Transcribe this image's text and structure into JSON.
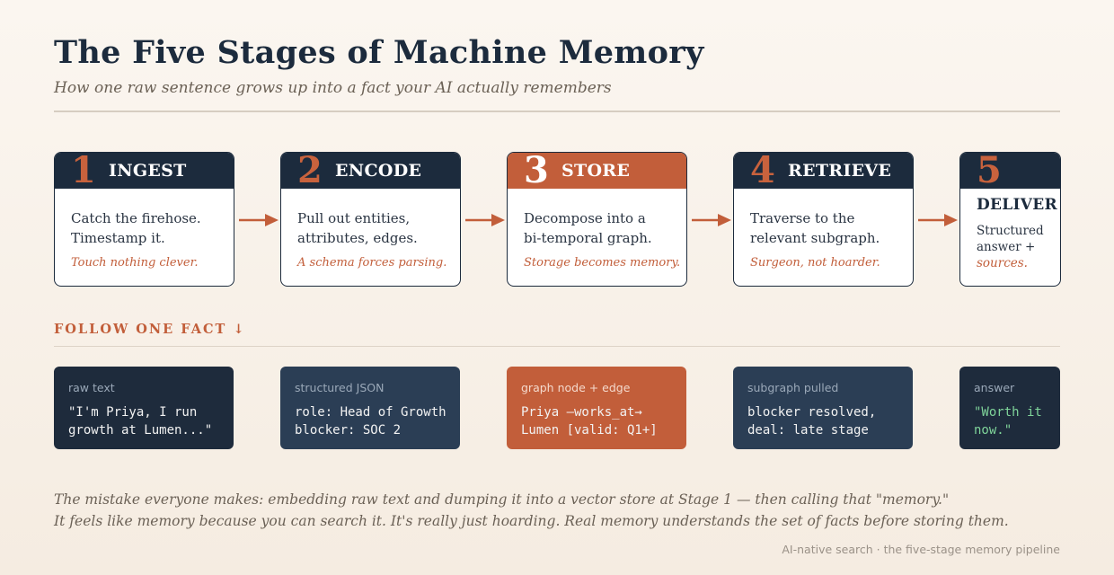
{
  "header": {
    "title": "The Five Stages of Machine Memory",
    "subtitle": "How one raw sentence grows up into a fact your AI actually remembers"
  },
  "stages": [
    {
      "number": "1",
      "label": "INGEST",
      "body": [
        "Catch the firehose.",
        "Timestamp it."
      ],
      "note": "Touch nothing clever."
    },
    {
      "number": "2",
      "label": "ENCODE",
      "body": [
        "Pull out entities,",
        "attributes, edges."
      ],
      "note": "A schema forces parsing."
    },
    {
      "number": "3",
      "label": "STORE",
      "body": [
        "Decompose into a",
        "bi-temporal graph."
      ],
      "note": "Storage becomes memory."
    },
    {
      "number": "4",
      "label": "RETRIEVE",
      "body": [
        "Traverse to the",
        "relevant subgraph."
      ],
      "note": "Surgeon, not hoarder."
    },
    {
      "number": "5",
      "label": "DELIVER",
      "body": [
        "Structured",
        "answer +",
        "sources."
      ]
    }
  ],
  "follow": {
    "label": "FOLLOW ONE FACT ↓",
    "facts": [
      {
        "kind": "raw text",
        "lines": [
          "\"I'm Priya, I run",
          "growth at Lumen...\""
        ]
      },
      {
        "kind": "structured JSON",
        "lines": [
          "role: Head of Growth",
          "blocker: SOC 2"
        ]
      },
      {
        "kind": "graph node + edge",
        "lines": [
          "Priya —works_at→",
          "Lumen [valid: Q1+]"
        ]
      },
      {
        "kind": "subgraph pulled",
        "lines": [
          "blocker resolved,",
          "deal: late stage"
        ]
      },
      {
        "kind": "answer",
        "lines": [
          "\"Worth it",
          "now.\""
        ]
      }
    ]
  },
  "footer": {
    "note": [
      "The mistake everyone makes: embedding raw text and dumping it into a vector store at Stage 1 — then calling that \"memory.\"",
      "It feels like memory because you can search it. It's really just hoarding. Real memory understands the set of facts before storing them."
    ],
    "credit": "AI-native search · the five-stage memory pipeline"
  },
  "colors": {
    "navy": "#1c2b3d",
    "accent": "#c25e3a",
    "answer_green": "#7fd49a"
  }
}
